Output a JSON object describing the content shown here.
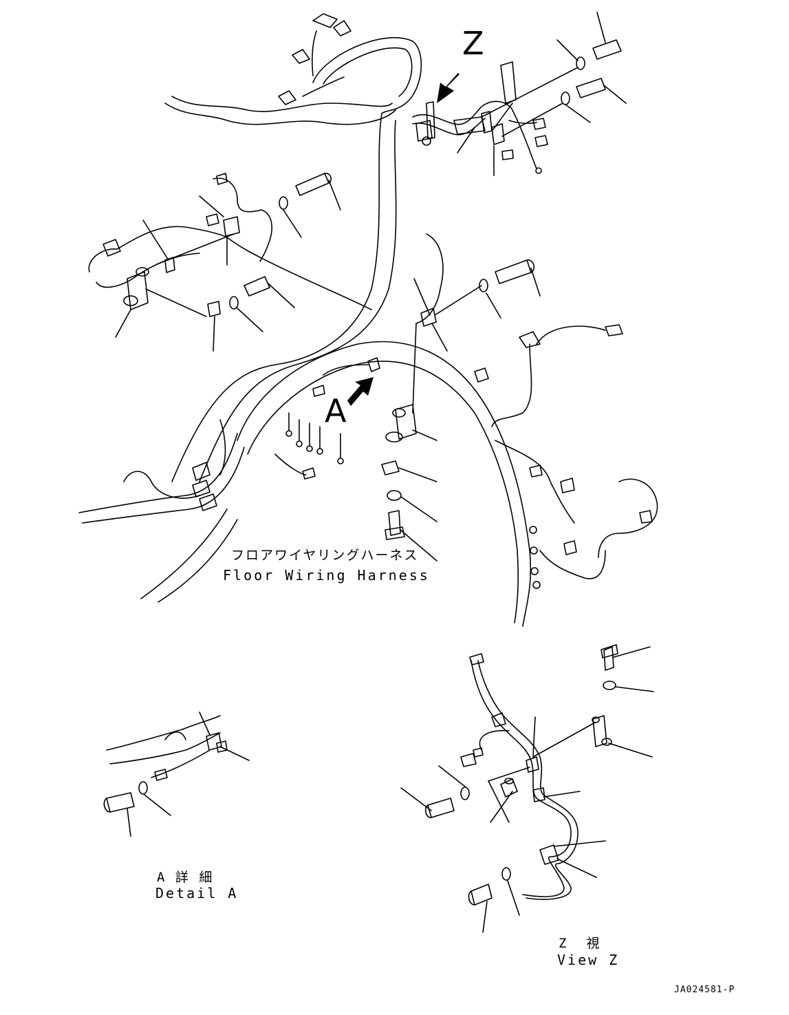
{
  "view_markers": {
    "view_z": "Z",
    "detail_a": "A"
  },
  "captions": {
    "harness_jp": "フロアワイヤリングハーネス",
    "harness_en": "Floor Wiring Harness",
    "detail_a_jp": "A 詳 細",
    "detail_a_en": "Detail A",
    "view_z_jp": "Z  視",
    "view_z_en": "View Z"
  },
  "drawing_code": "JA024581-P"
}
